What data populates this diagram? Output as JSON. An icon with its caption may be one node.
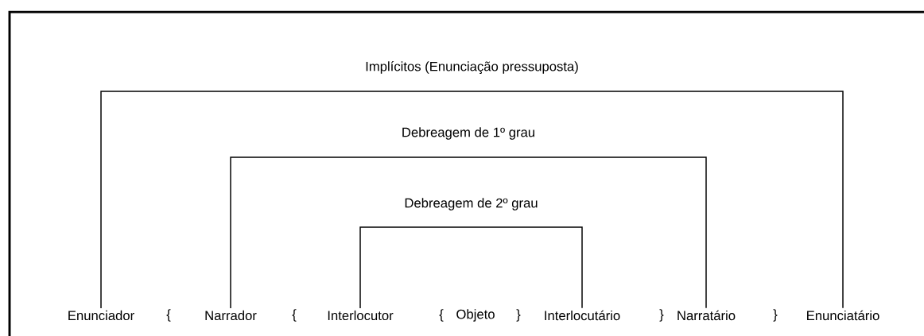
{
  "diagram": {
    "nodes": [
      {
        "text": [
          "Enunciador"
        ]
      },
      {
        "text": [
          "Narrador"
        ]
      },
      {
        "text": [
          "Interlocutor"
        ]
      },
      {
        "text": [
          "Objeto"
        ]
      },
      {
        "text": [
          "Interlocutário"
        ]
      },
      {
        "text": [
          "Narratário"
        ]
      },
      {
        "text": [
          "Enunciatário"
        ]
      }
    ],
    "edges": [
      {
        "from": 0,
        "to": 6,
        "arrow": "none",
        "label": "Implícitos (Enunciação pressuposta)"
      },
      {
        "from": 1,
        "to": 5,
        "arrow": "none",
        "label": "Debreagem de 1º grau"
      },
      {
        "from": 2,
        "to": 4,
        "arrow": "none",
        "label": "Debreagem de 2º grau"
      }
    ],
    "labels": [
      "{",
      "{",
      "{",
      "}",
      "}",
      "}"
    ]
  }
}
